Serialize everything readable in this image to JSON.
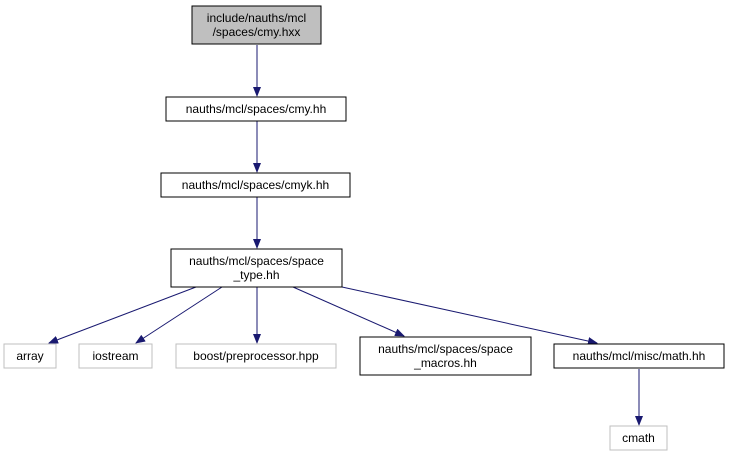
{
  "colors": {
    "edge": "#191970",
    "node_border": "#000000",
    "external_border": "#bfbfbf",
    "focus_fill": "#bfbfbf",
    "node_fill": "#ffffff"
  },
  "nodes": [
    {
      "id": "cmy-hxx",
      "lines": [
        "include/nauths/mcl",
        "/spaces/cmy.hxx"
      ],
      "kind": "focus"
    },
    {
      "id": "cmy-hh",
      "lines": [
        "nauths/mcl/spaces/cmy.hh"
      ],
      "kind": "normal"
    },
    {
      "id": "cmyk-hh",
      "lines": [
        "nauths/mcl/spaces/cmyk.hh"
      ],
      "kind": "normal"
    },
    {
      "id": "space-type-hh",
      "lines": [
        "nauths/mcl/spaces/space",
        "_type.hh"
      ],
      "kind": "normal"
    },
    {
      "id": "array",
      "lines": [
        "array"
      ],
      "kind": "external"
    },
    {
      "id": "iostream",
      "lines": [
        "iostream"
      ],
      "kind": "external"
    },
    {
      "id": "boost-preprocessor",
      "lines": [
        "boost/preprocessor.hpp"
      ],
      "kind": "external"
    },
    {
      "id": "space-macros-hh",
      "lines": [
        "nauths/mcl/spaces/space",
        "_macros.hh"
      ],
      "kind": "normal"
    },
    {
      "id": "math-hh",
      "lines": [
        "nauths/mcl/misc/math.hh"
      ],
      "kind": "normal"
    },
    {
      "id": "cmath",
      "lines": [
        "cmath"
      ],
      "kind": "external"
    }
  ],
  "edges": [
    {
      "from": "cmy-hxx",
      "to": "cmy-hh"
    },
    {
      "from": "cmy-hh",
      "to": "cmyk-hh"
    },
    {
      "from": "cmyk-hh",
      "to": "space-type-hh"
    },
    {
      "from": "space-type-hh",
      "to": "array"
    },
    {
      "from": "space-type-hh",
      "to": "iostream"
    },
    {
      "from": "space-type-hh",
      "to": "boost-preprocessor"
    },
    {
      "from": "space-type-hh",
      "to": "space-macros-hh"
    },
    {
      "from": "space-type-hh",
      "to": "math-hh"
    },
    {
      "from": "math-hh",
      "to": "cmath"
    }
  ]
}
